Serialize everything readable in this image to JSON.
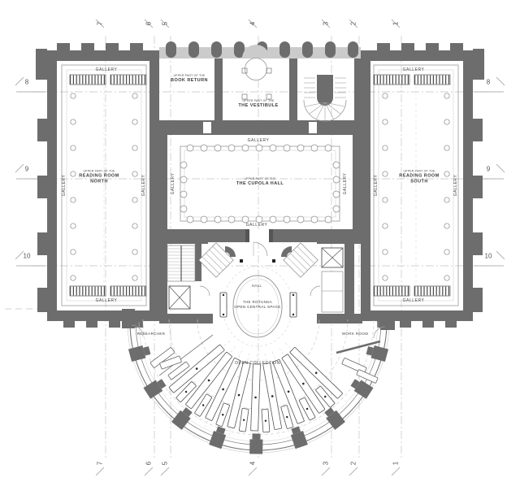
{
  "grid": {
    "top": [
      "7",
      "6",
      "5",
      "4",
      "3",
      "2",
      "1"
    ],
    "bottom": [
      "7",
      "6",
      "5",
      "4",
      "3",
      "2",
      "1"
    ],
    "left": [
      "8",
      "9",
      "10"
    ],
    "right": [
      "8",
      "9",
      "10"
    ]
  },
  "labels": {
    "upper_part_prefix": "UPPER PART OF THE",
    "book_return": "BOOK RETURN",
    "vestibule": "THE VESTIBULE",
    "reading_room": "READING ROOM",
    "north": "NORTH",
    "south": "SOUTH",
    "cupola_hall": "THE CUPOLA HALL",
    "gallery": "GALLERY",
    "hall": "HALL",
    "rotunda_line1": "THE ROTUNDA",
    "rotunda_line2": "OPEN CENTRAL SPACE",
    "open_collection": "OPEN COLLECTION",
    "researcher": "RESEARCHER",
    "work_room": "WORK ROOM"
  },
  "colors": {
    "wall": "#6d6d6d",
    "light_fill": "#cbcbcb",
    "line": "#8c8c8c",
    "grid_line": "#c4c4c4",
    "background": "#ffffff"
  }
}
